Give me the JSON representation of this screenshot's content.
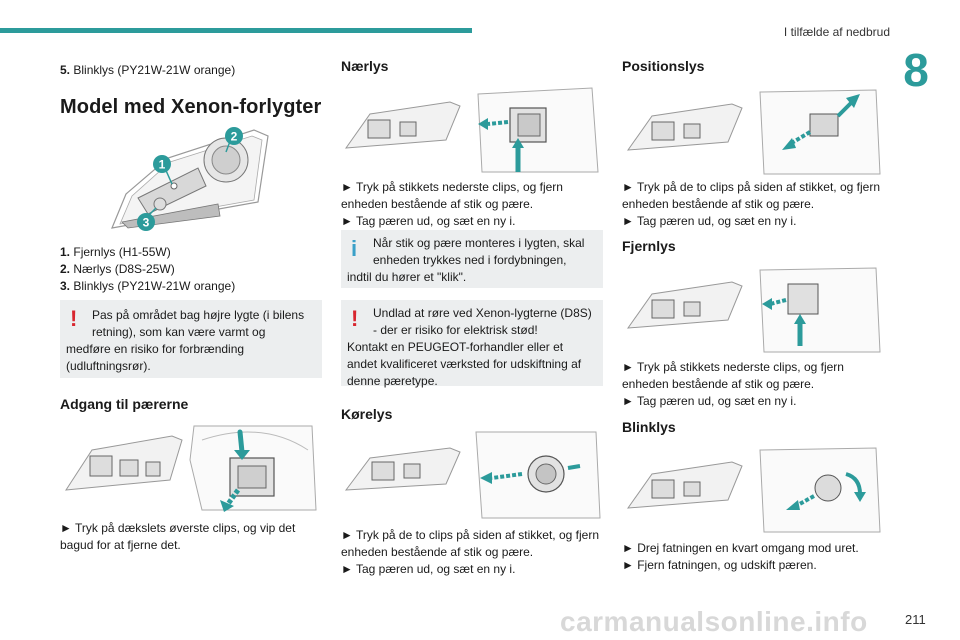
{
  "header": {
    "title": "I tilfælde af nedbrud",
    "chapter": "8",
    "page": "211"
  },
  "col1": {
    "item5_num": "5.",
    "item5_text": "Blinklys (PY21W-21W orange)",
    "section_title": "Model med Xenon-forlygter",
    "callouts": [
      "1",
      "2",
      "3"
    ],
    "list": [
      {
        "num": "1.",
        "text": "Fjernlys (H1-55W)"
      },
      {
        "num": "2.",
        "text": "Nærlys (D8S-25W)"
      },
      {
        "num": "3.",
        "text": "Blinklys (PY21W-21W orange)"
      }
    ],
    "warning_first": "Pas på området bag højre lygte (i bilens",
    "warning_second": "retning), som kan være varmt og",
    "warning_rest1": "medføre en risiko for forbrænding",
    "warning_rest2": "(udluftningsrør).",
    "access_title": "Adgang til pærerne",
    "access_step1": "► Tryk på dækslets øverste clips, og vip det",
    "access_step2": "bagud for at fjerne det."
  },
  "col2": {
    "naerlys_title": "Nærlys",
    "naerlys_l1": "► Tryk på stikkets nederste clips, og fjern",
    "naerlys_l2": "enheden bestående af stik og pære.",
    "naerlys_l3": "► Tag pæren ud, og sæt en ny i.",
    "info_l1": "Når stik og pære monteres i lygten, skal",
    "info_l2": "enheden trykkes ned i fordybningen,",
    "info_l3": "indtil du hører et \"klik\".",
    "warn_l1": "Undlad at røre ved Xenon-lygterne (D8S)",
    "warn_l2": "- der er risiko for elektrisk stød!",
    "warn_l3": "Kontakt en PEUGEOT-forhandler eller et",
    "warn_l4": "andet kvalificeret værksted for udskiftning af",
    "warn_l5": "denne pæretype.",
    "korelys_title": "Kørelys",
    "korelys_l1": "► Tryk på de to clips på siden af stikket, og fjern",
    "korelys_l2": "enheden bestående af stik og pære.",
    "korelys_l3": "► Tag pæren ud, og sæt en ny i."
  },
  "col3": {
    "pos_title": "Positionslys",
    "pos_l1": "► Tryk på de to clips på siden af stikket, og fjern",
    "pos_l2": "enheden bestående af stik og pære.",
    "pos_l3": "► Tag pæren ud, og sæt en ny i.",
    "fjern_title": "Fjernlys",
    "fjern_l1": "► Tryk på stikkets nederste clips, og fjern",
    "fjern_l2": "enheden bestående af stik og pære.",
    "fjern_l3": "► Tag pæren ud, og sæt en ny i.",
    "blink_title": "Blinklys",
    "blink_l1": "► Drej fatningen en kvart omgang mod uret.",
    "blink_l2": "► Fjern fatningen, og udskift pæren."
  },
  "watermark": "carmanualsonline.info",
  "colors": {
    "accent": "#2c9b9b",
    "warning": "#d8262f",
    "info": "#3aa0c8",
    "callout": "#2c9b9b",
    "box": "#eceeef"
  }
}
